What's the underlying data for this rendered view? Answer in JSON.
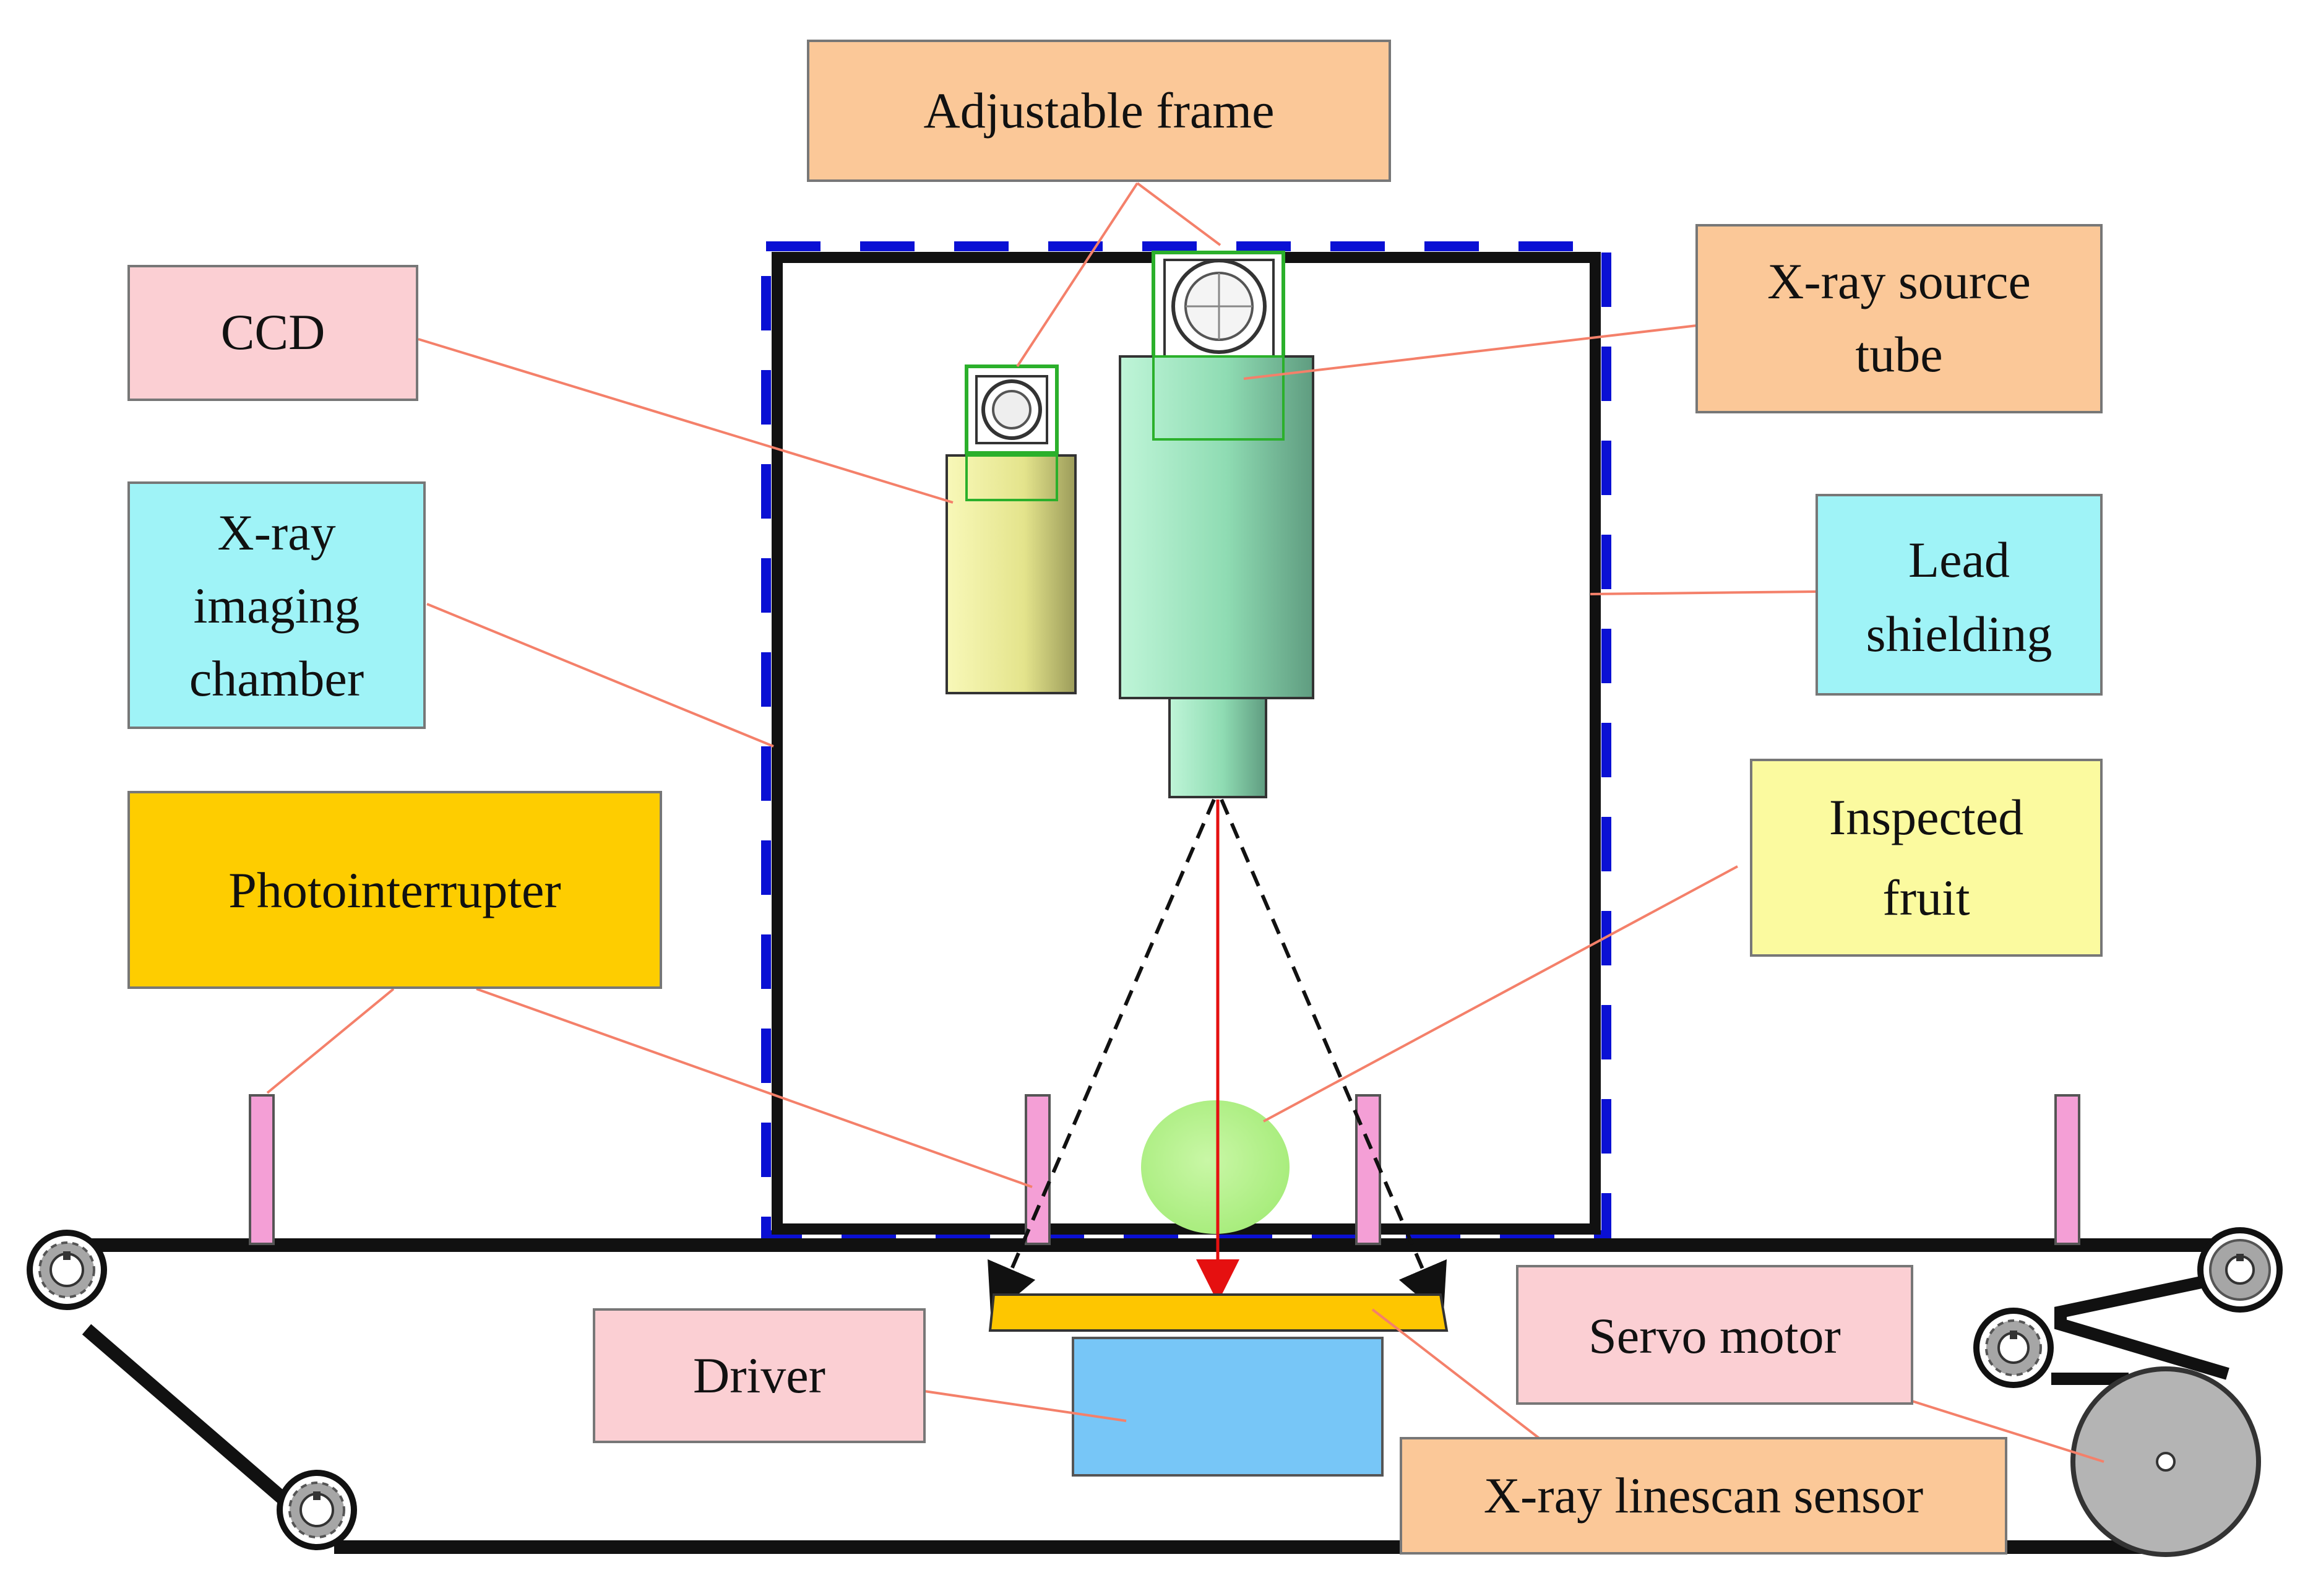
{
  "labels": {
    "adjustable_frame": "Adjustable frame",
    "ccd": "CCD",
    "xray_source_tube": [
      "X-ray source",
      "tube"
    ],
    "xray_imaging_chamber": [
      "X-ray",
      "imaging",
      "chamber"
    ],
    "lead_shielding": [
      "Lead",
      "shielding"
    ],
    "photointerrupter": "Photointerrupter",
    "inspected_fruit": [
      "Inspected",
      "fruit"
    ],
    "servo_motor": "Servo motor",
    "driver": "Driver",
    "xray_linescan_sensor": "X-ray linescan sensor"
  },
  "colors": {
    "pink_box": "#fbcfd3",
    "orange_box": "#fbc898",
    "cyan_box": "#9ff3f7",
    "gold_box": "#fecd00",
    "yellow_box": "#fbfa9f",
    "leader_line": "#f4806a",
    "shield_dash": "#0a10d4",
    "beam_arrow": "#e51010",
    "ccd_body": "#eaea90",
    "source_tube": "#9fe8c2",
    "fruit": "#b8f28e",
    "sensor": "#fec600",
    "driver_block": "#77c6f7",
    "posts": "#f49fd6",
    "belt": "#111111",
    "gear": "#9a9a9a"
  }
}
